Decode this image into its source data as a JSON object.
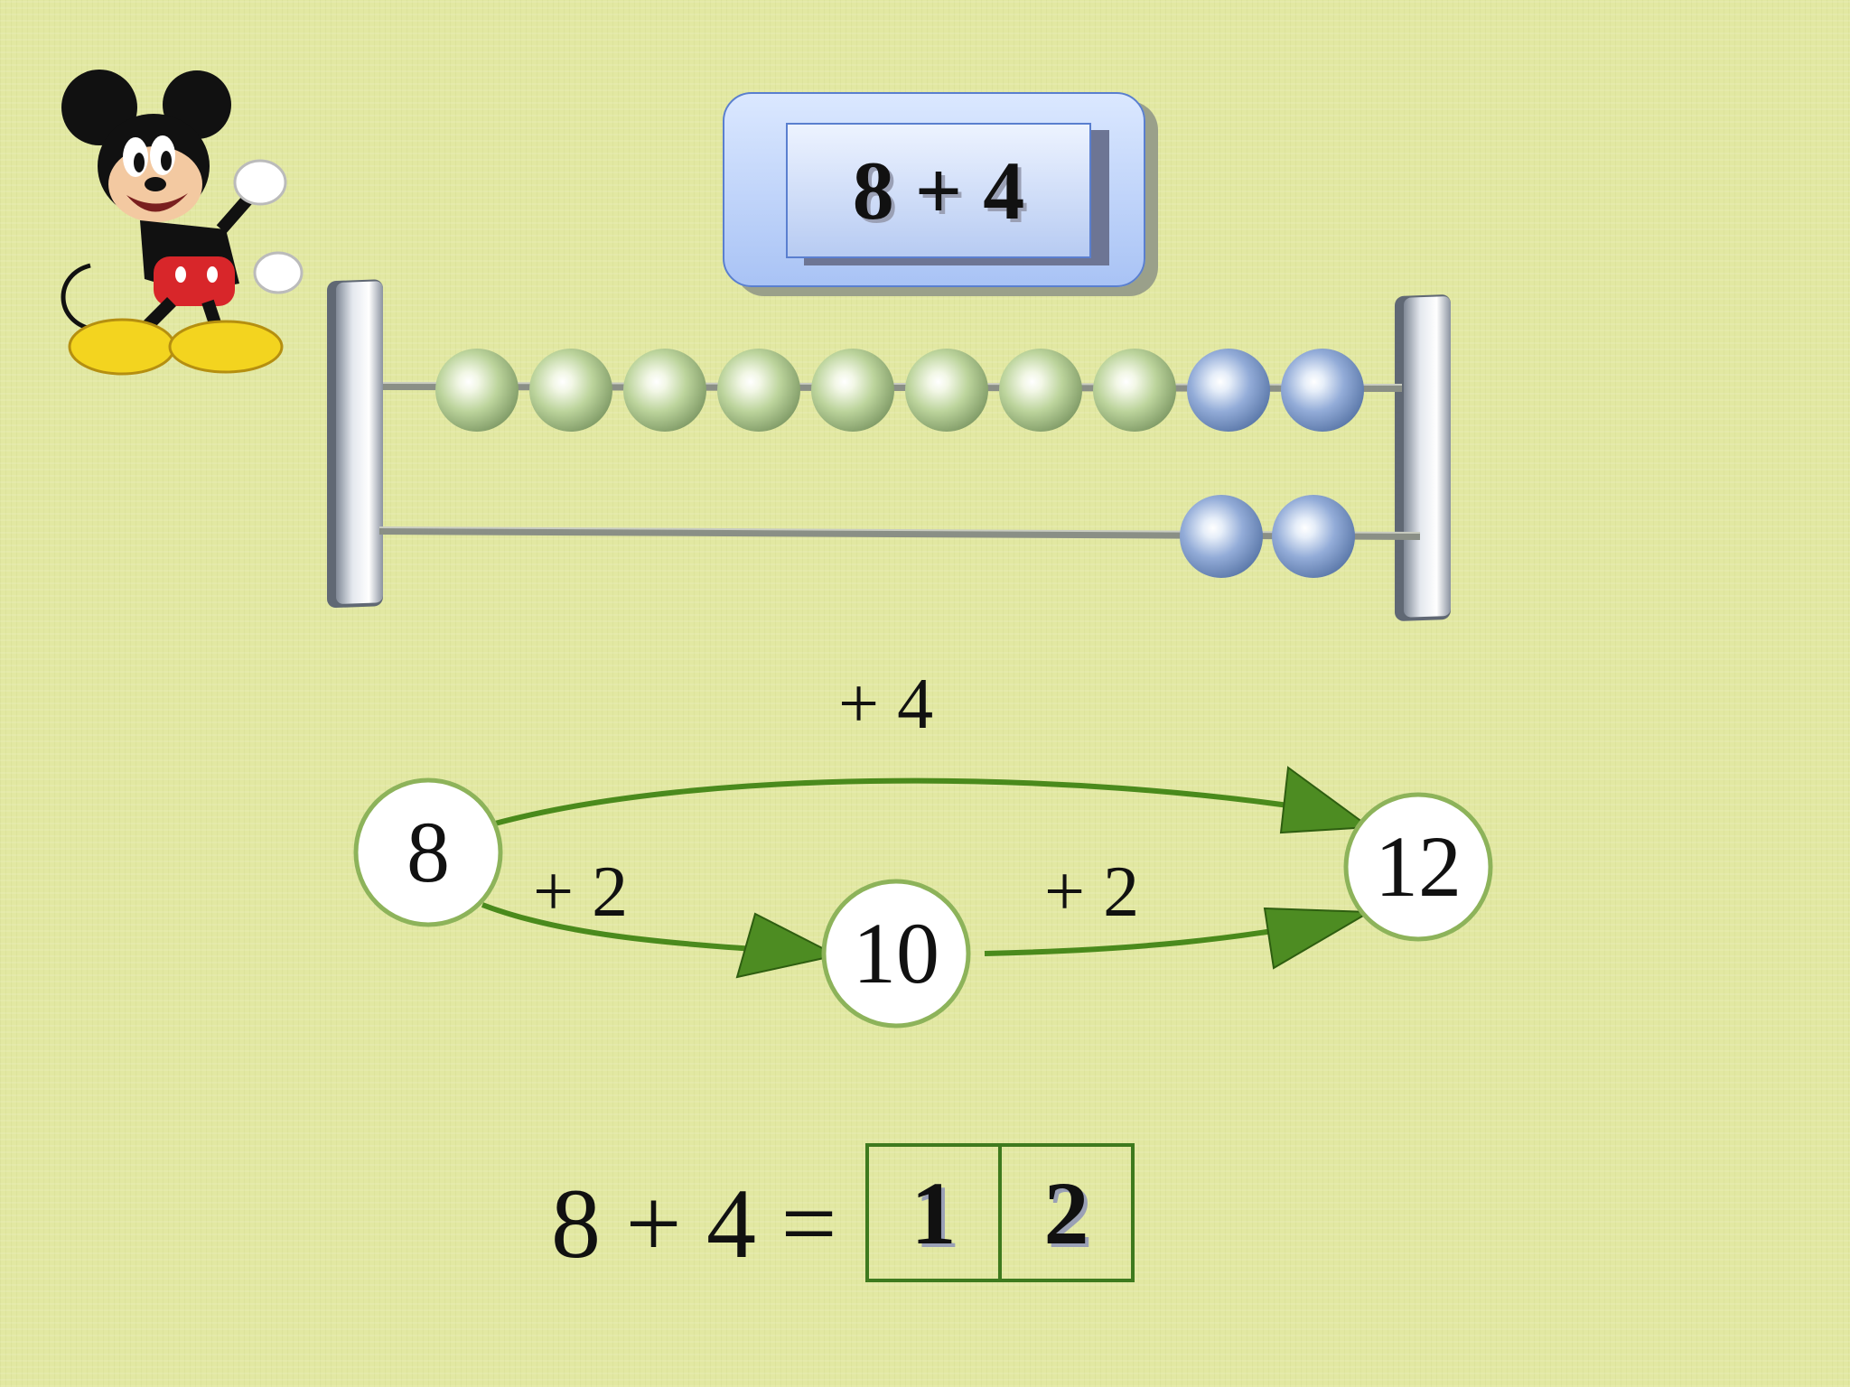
{
  "title": {
    "expression": "8 + 4"
  },
  "abacus": {
    "top_row": {
      "green_beads": 8,
      "blue_beads": 2
    },
    "bottom_row": {
      "green_beads": 0,
      "blue_beads": 2
    },
    "colors": {
      "green_bead": "#b9d197",
      "blue_bead": "#8fa9d6",
      "frame": "#9aa2ae"
    }
  },
  "diagram": {
    "nodes": {
      "start": "8",
      "middle": "10",
      "end": "12"
    },
    "labels": {
      "total_step": "+ 4",
      "first_step": "+ 2",
      "second_step": "+ 2"
    },
    "colors": {
      "arrow": "#4a8a1c",
      "node_border": "#8db35a",
      "node_fill": "#ffffff"
    }
  },
  "equation": {
    "left_side": "8 + 4 =",
    "answer_digits": [
      "1",
      "2"
    ]
  },
  "mascot": {
    "icon": "cartoon-mouse-icon"
  }
}
